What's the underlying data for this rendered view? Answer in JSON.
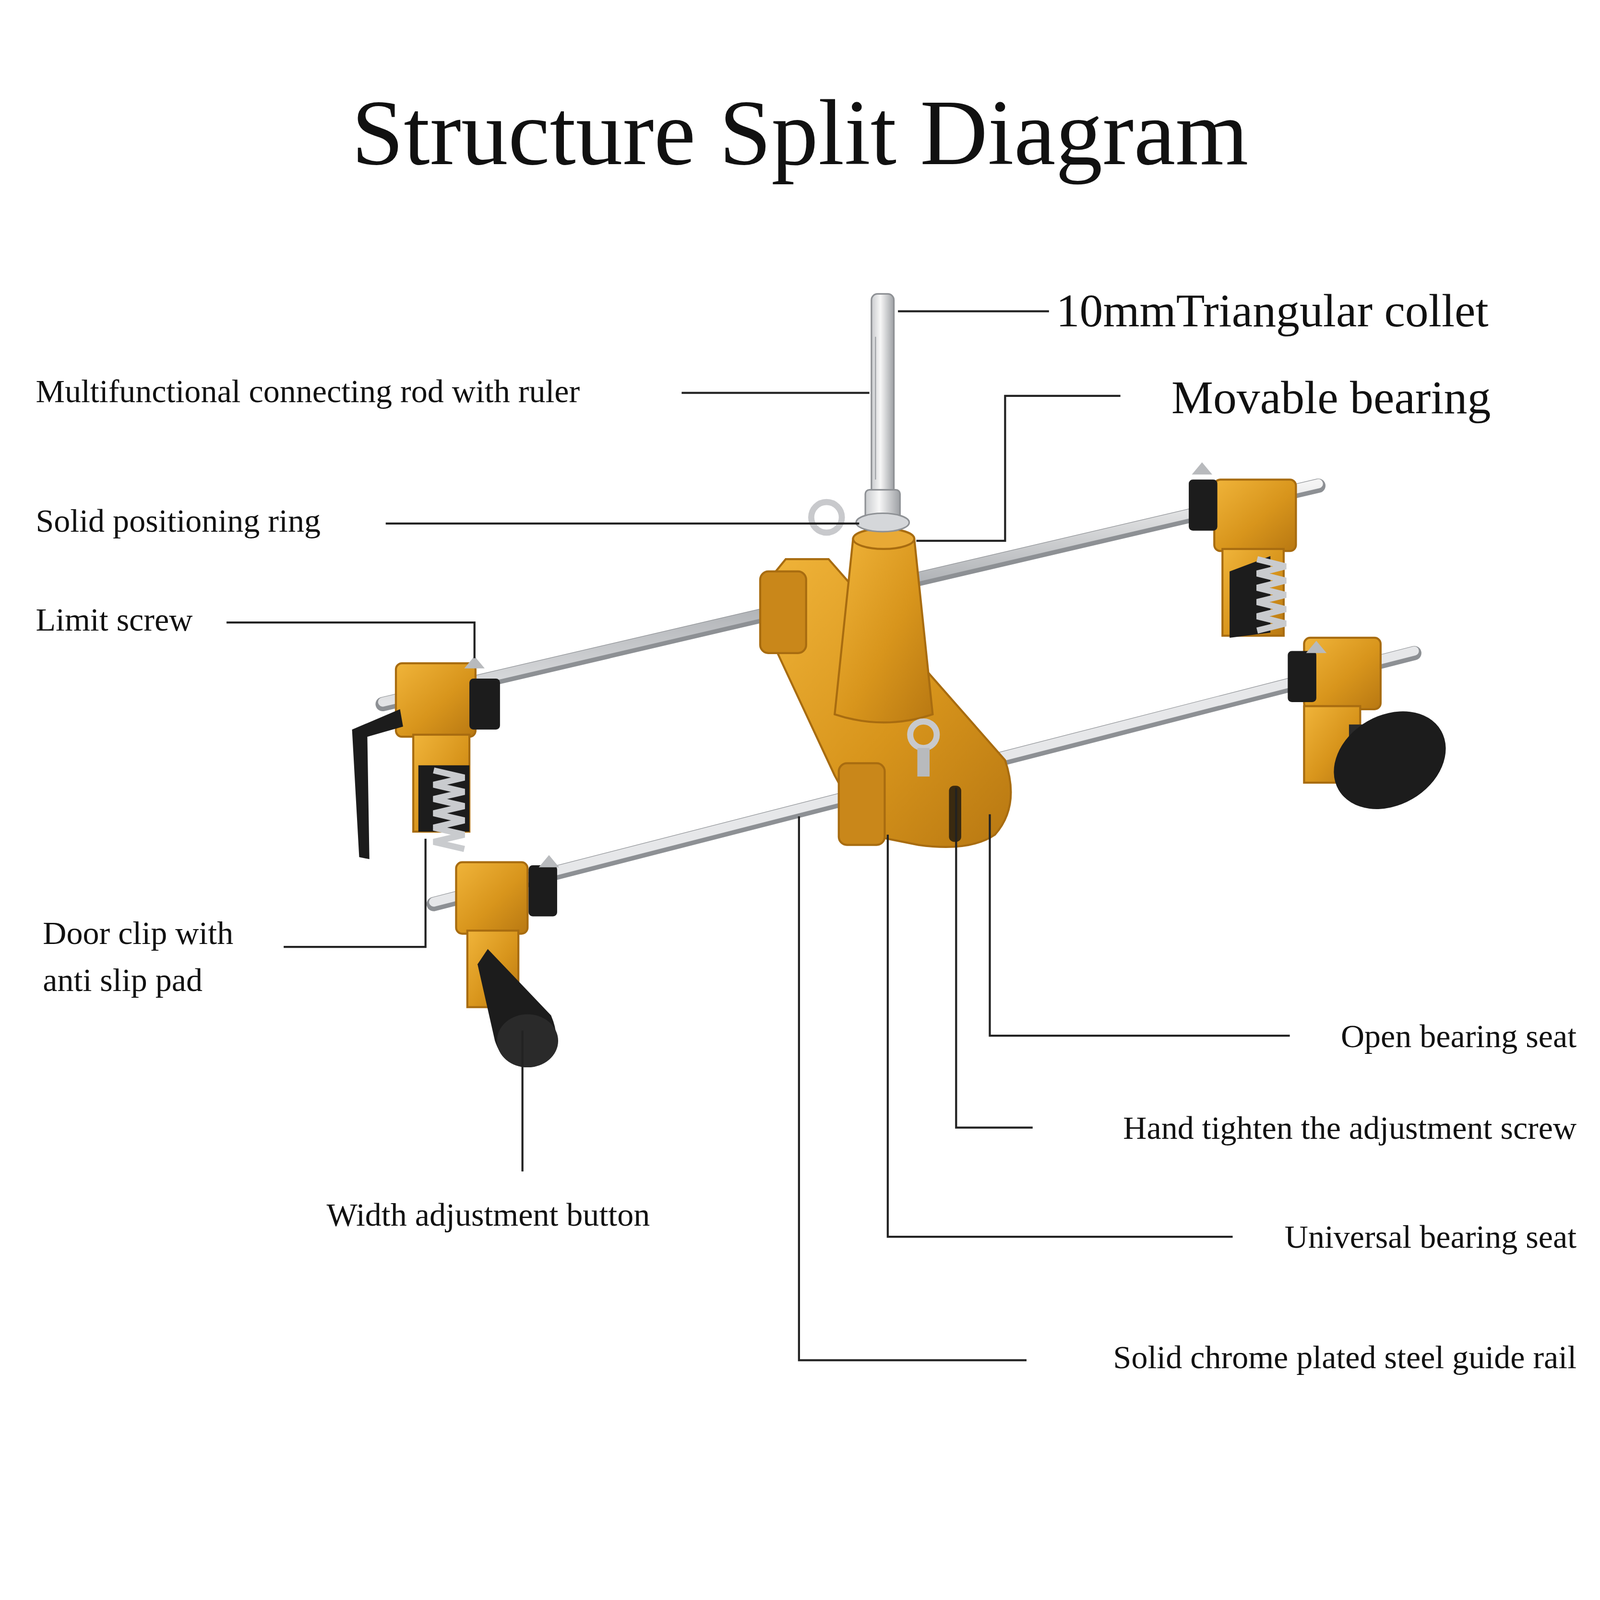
{
  "diagram": {
    "title": "Structure Split Diagram",
    "labels": [
      "10mmTriangular collet",
      "Multifunctional connecting rod with ruler",
      "Movable bearing",
      "Solid positioning ring",
      "Limit screw",
      "Door clip with anti slip pad",
      "Open bearing seat",
      "Hand tighten the adjustment screw",
      "Width adjustment button",
      "Universal bearing seat",
      "Solid chrome plated steel guide rail"
    ]
  }
}
